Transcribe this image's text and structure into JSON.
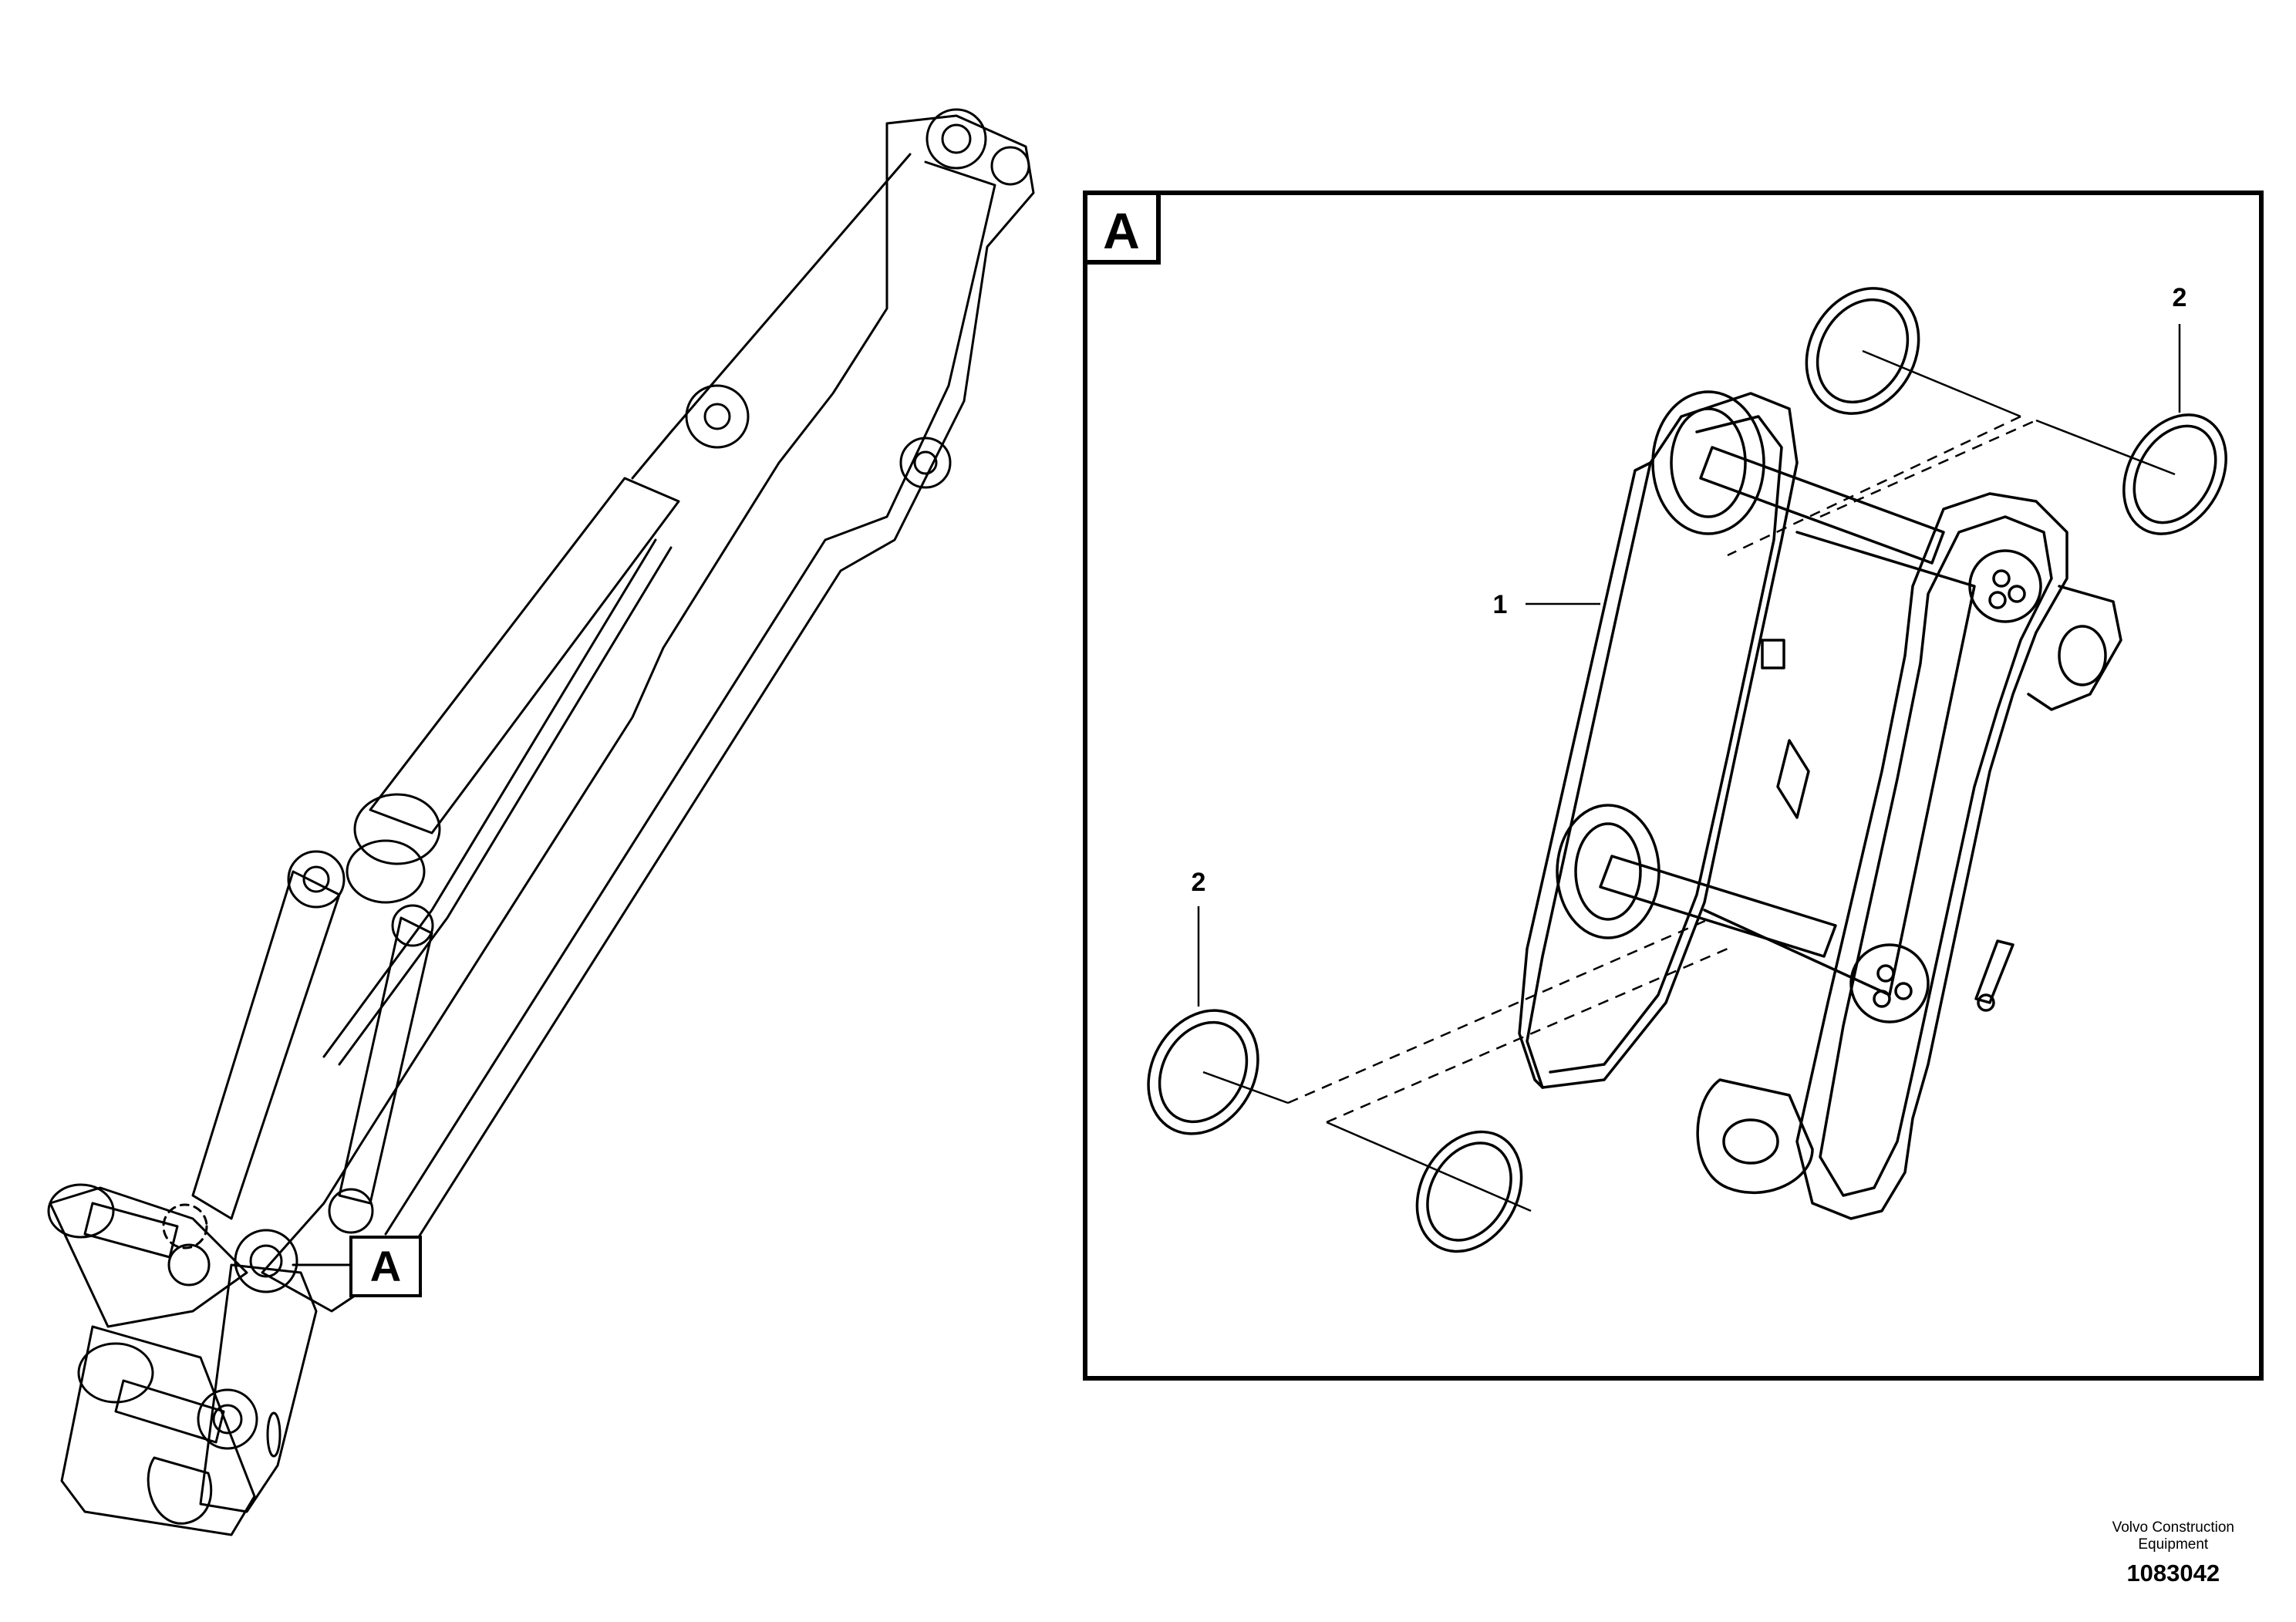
{
  "view_marker": {
    "label": "A"
  },
  "detail_view": {
    "label": "A",
    "callouts": [
      {
        "id": "quick-coupler",
        "text": "1"
      },
      {
        "id": "seal-ring-top",
        "text": "2"
      },
      {
        "id": "seal-ring-bottom",
        "text": "2"
      }
    ]
  },
  "footer": {
    "brand_line1": "Volvo Construction",
    "brand_line2": "Equipment",
    "drawing_number": "1083042"
  },
  "colors": {
    "line": "#000000",
    "background": "#ffffff"
  }
}
